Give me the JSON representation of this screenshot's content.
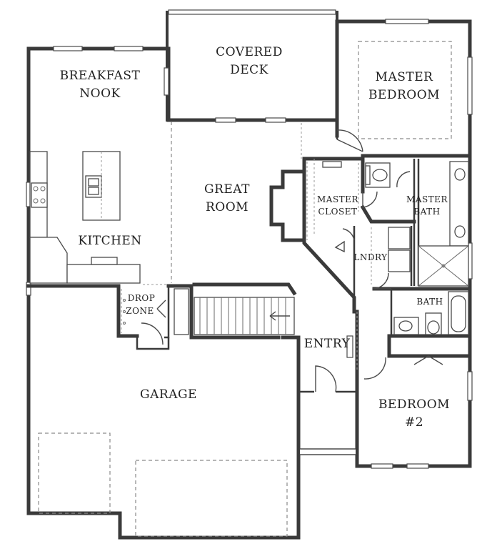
{
  "rooms": {
    "covered_deck": [
      "COVERED",
      "DECK"
    ],
    "master_bedroom": [
      "MASTER",
      "BEDROOM"
    ],
    "breakfast_nook": [
      "BREAKFAST",
      "NOOK"
    ],
    "great_room": [
      "GREAT",
      "ROOM"
    ],
    "master_closet": [
      "MASTER",
      "CLOSET"
    ],
    "master_bath": [
      "MASTER",
      "BATH"
    ],
    "kitchen": "KITCHEN",
    "lndry": "LNDRY",
    "drop_zone": [
      "DROP",
      "ZONE"
    ],
    "bath": "BATH",
    "entry": "ENTRY",
    "garage": "GARAGE",
    "bedroom_2": [
      "BEDROOM",
      "#2"
    ]
  },
  "colors": {
    "wall": "#3a3a3a",
    "background": "#ffffff",
    "dash": "#8a8a8a"
  }
}
